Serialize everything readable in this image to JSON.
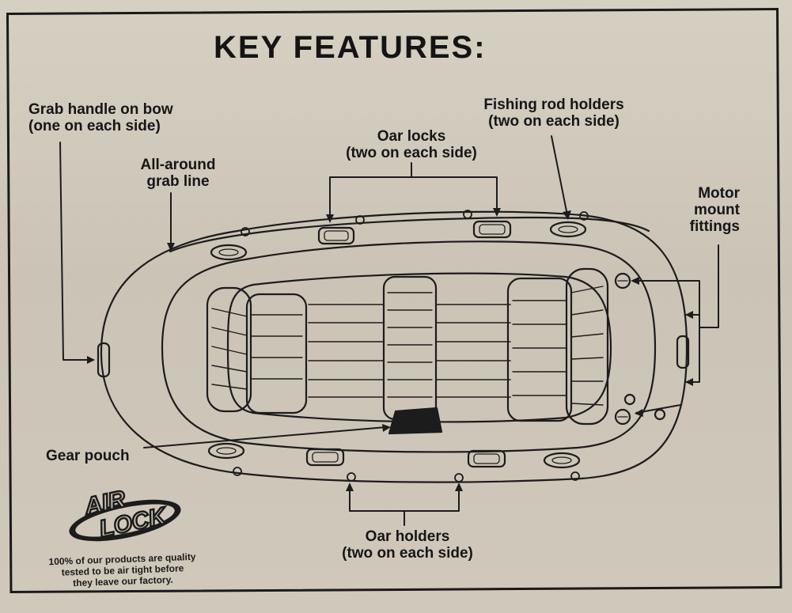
{
  "title": "KEY FEATURES:",
  "labels": {
    "grab_handle": [
      "Grab handle on bow",
      "(one on each side)"
    ],
    "all_around": [
      "All-around",
      "grab line"
    ],
    "oar_locks": [
      "Oar locks",
      "(two on each side)"
    ],
    "fishing_rod": [
      "Fishing rod holders",
      "(two on each side)"
    ],
    "motor_mount": [
      "Motor",
      "mount",
      "fittings"
    ],
    "gear_pouch": "Gear pouch",
    "oar_holders": [
      "Oar holders",
      "(two on each side)"
    ]
  },
  "logo": {
    "line1": "AIR",
    "line2": "LOCK"
  },
  "disclaimer": [
    "100% of our products are quality",
    "tested to be air tight before",
    "they leave our factory."
  ]
}
